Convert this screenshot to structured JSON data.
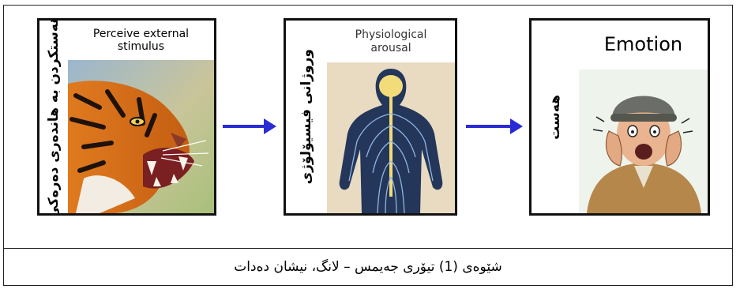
{
  "figure": {
    "caption": "شێوەی (1) تیۆری جەیمس – لانگ، نیشان دەدات",
    "arrow_color": "#2b2bd6",
    "panels": [
      {
        "side_label": "هەستکردن بە هاندەری دەرەکی",
        "title_line1": "Perceive external",
        "title_line2": "stimulus",
        "image": "tiger-icon"
      },
      {
        "side_label": "وروژانی فیسیۆلۆژی",
        "title_line1": "Physiological",
        "title_line2": "arousal",
        "image": "nervous-system-icon"
      },
      {
        "side_label": "هەست",
        "title_line1": "Emotion",
        "title_line2": "",
        "image": "frightened-man-icon"
      }
    ]
  }
}
